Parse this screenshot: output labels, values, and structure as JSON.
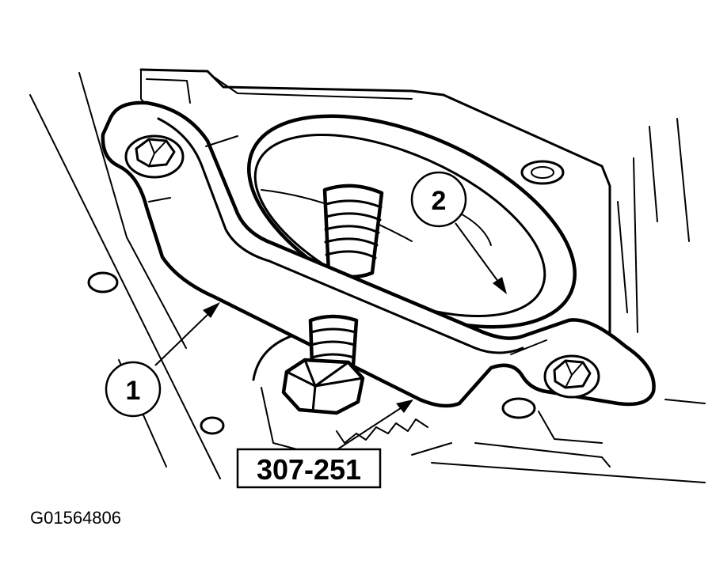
{
  "callouts": [
    {
      "label": "1"
    },
    {
      "label": "2"
    }
  ],
  "tool_number": "307-251",
  "figure_reference": "G01564806",
  "colors": {
    "ink": "#000000",
    "paper": "#ffffff"
  }
}
